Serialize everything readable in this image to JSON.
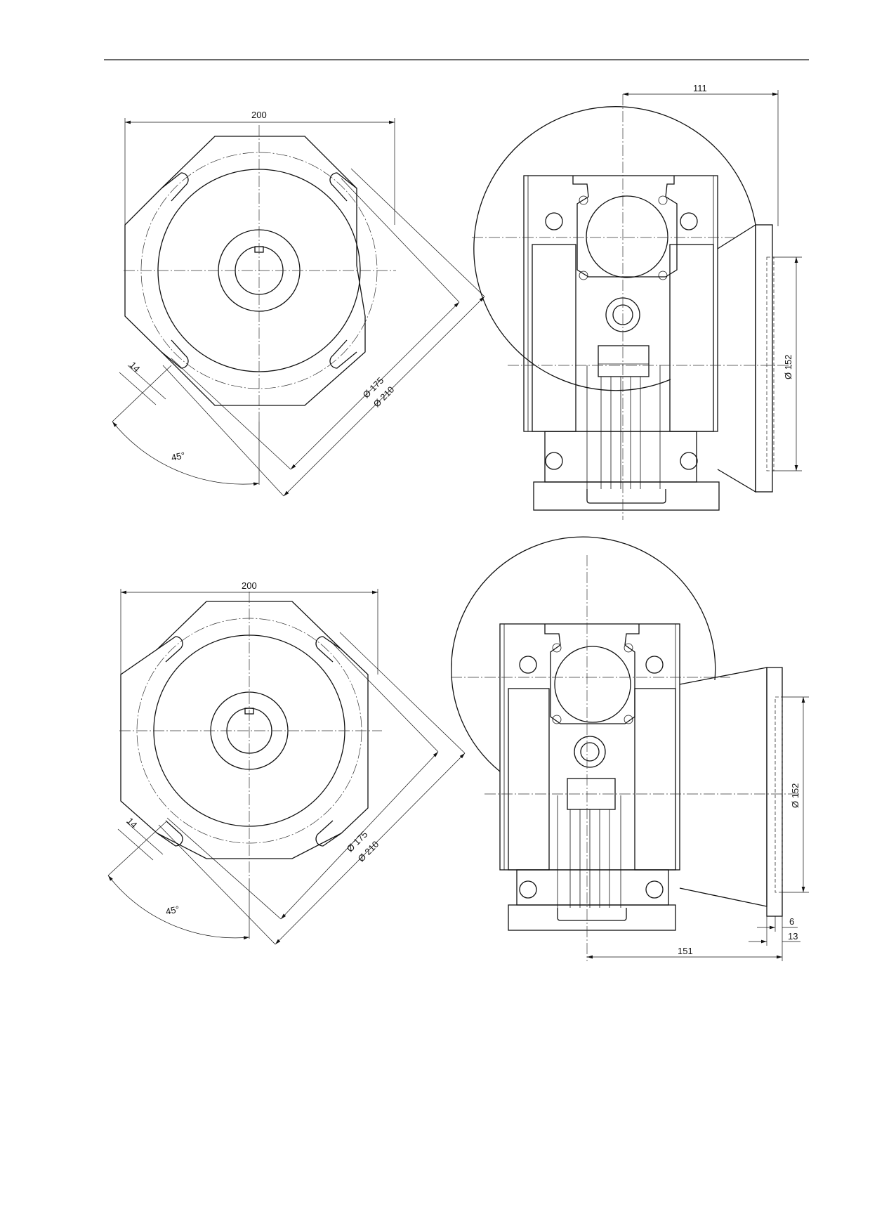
{
  "drawing": {
    "top_view": {
      "flange_width": "200",
      "slot_width": "14",
      "slot_angle": "45°",
      "bolt_circle": "Ø 175",
      "outer_diameter": "Ø 210"
    },
    "top_side": {
      "offset": "111",
      "pilot_diameter": "Ø 152"
    },
    "bottom_view": {
      "flange_width": "200",
      "slot_width": "14",
      "slot_angle": "45°",
      "bolt_circle": "Ø 175",
      "outer_diameter": "Ø 210"
    },
    "bottom_side": {
      "pilot_diameter": "Ø 152",
      "flange_thickness": "6",
      "spigot_length": "13",
      "overall_length": "151"
    }
  }
}
